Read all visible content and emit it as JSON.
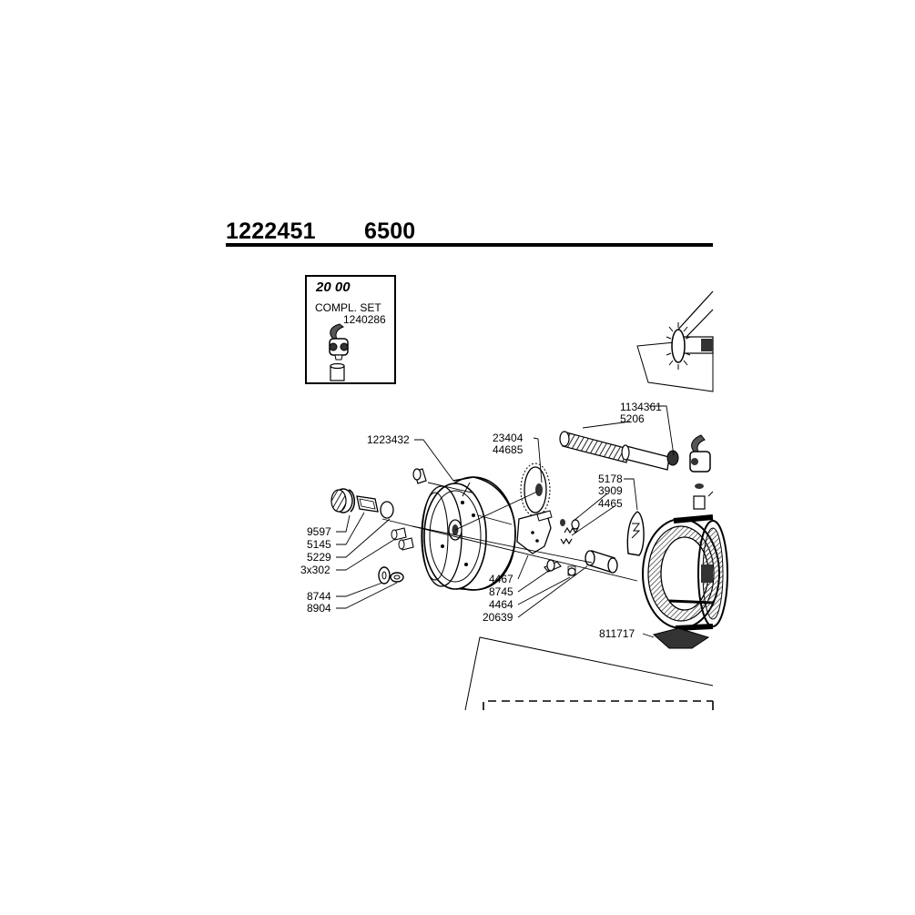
{
  "header": {
    "part_number": "1222451",
    "model": "6500"
  },
  "set_box": {
    "code": "20 00",
    "label": "COMPL. SET",
    "number": "1240286"
  },
  "callouts": [
    "1134361",
    "5206",
    "1223432",
    "23404",
    "44685",
    "5178",
    "3909",
    "4465",
    "9597",
    "5145",
    "5229",
    "3x302",
    "4467",
    "8745",
    "4464",
    "20639",
    "8744",
    "8904",
    "811717"
  ]
}
